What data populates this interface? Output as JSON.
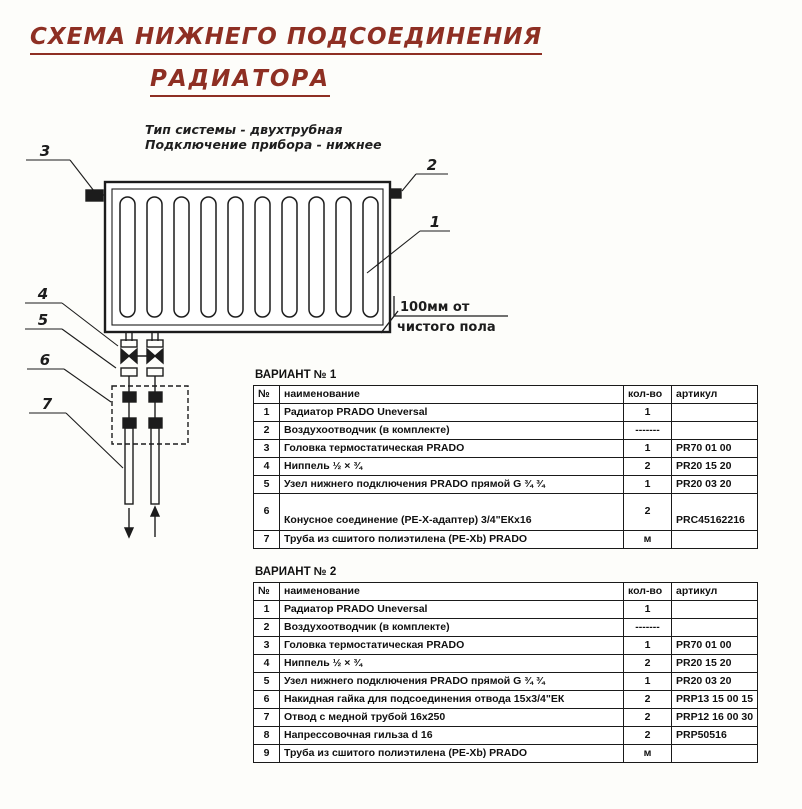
{
  "colors": {
    "title_red": "#8e2f23",
    "ink": "#1c1c1c"
  },
  "title": {
    "line1": "СХЕМА НИЖНЕГО ПОДСОЕДИНЕНИЯ",
    "line2": "РАДИАТОРА"
  },
  "subtitle": {
    "line1": "Тип системы - двухтрубная",
    "line2": "Подключение прибора - нижнее"
  },
  "diagram": {
    "callouts": [
      "1",
      "2",
      "3",
      "4",
      "5",
      "6",
      "7"
    ],
    "floor_note_line1": "100мм от",
    "floor_note_line2": "чистого пола"
  },
  "tables": [
    {
      "title": "ВАРИАНТ № 1",
      "headers": {
        "num": "№",
        "name": "наименование",
        "qty": "кол-во",
        "article": "артикул"
      },
      "rows": [
        {
          "num": "1",
          "name": "Радиатор PRADO Uneversal",
          "qty": "1",
          "article": ""
        },
        {
          "num": "2",
          "name": "Воздухоотводчик (в комплекте)",
          "qty": "-------",
          "article": ""
        },
        {
          "num": "3",
          "name": "Головка термостатическая PRADO",
          "qty": "1",
          "article": "PR70 01 00"
        },
        {
          "num": "4",
          "name": "Ниппель ½ × ¾",
          "qty": "2",
          "article": "PR20 15 20"
        },
        {
          "num": "5",
          "name": "Узел нижнего подключения PRADO прямой G ¾ ¾",
          "qty": "1",
          "article": "PR20 03 20"
        },
        {
          "num": "6",
          "name": "Конусное соединение (PE-X-адаптер) 3/4\"ЕКх16",
          "qty": "2",
          "article": "PRC45162216"
        },
        {
          "num": "7",
          "name": "Труба из сшитого полиэтилена (PE-Xb) PRADO",
          "qty": "м",
          "article": ""
        }
      ]
    },
    {
      "title": "ВАРИАНТ № 2",
      "headers": {
        "num": "№",
        "name": "наименование",
        "qty": "кол-во",
        "article": "артикул"
      },
      "rows": [
        {
          "num": "1",
          "name": "Радиатор PRADO Uneversal",
          "qty": "1",
          "article": ""
        },
        {
          "num": "2",
          "name": "Воздухоотводчик (в комплекте)",
          "qty": "-------",
          "article": ""
        },
        {
          "num": "3",
          "name": "Головка термостатическая PRADO",
          "qty": "1",
          "article": "PR70 01 00"
        },
        {
          "num": "4",
          "name": "Ниппель ½ × ¾",
          "qty": "2",
          "article": "PR20 15 20"
        },
        {
          "num": "5",
          "name": "Узел нижнего подключения PRADO прямой G ¾ ¾",
          "qty": "1",
          "article": "PR20 03 20"
        },
        {
          "num": "6",
          "name": "Накидная гайка для подсоединения отвода 15х3/4\"ЕК",
          "qty": "2",
          "article": "PRP13 15 00 15"
        },
        {
          "num": "7",
          "name": "Отвод с медной трубой 16х250",
          "qty": "2",
          "article": "PRP12 16 00 30"
        },
        {
          "num": "8",
          "name": "Напрессовочная гильза d 16",
          "qty": "2",
          "article": "PRP50516"
        },
        {
          "num": "9",
          "name": "Труба из сшитого полиэтилена (PE-Xb) PRADO",
          "qty": "м",
          "article": ""
        }
      ]
    }
  ]
}
